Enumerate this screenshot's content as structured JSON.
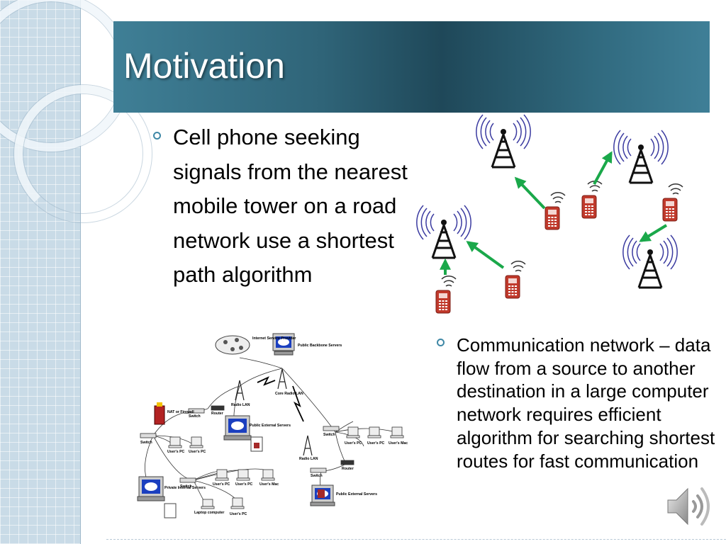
{
  "slide": {
    "title": "Motivation",
    "bullets": [
      "Cell phone seeking signals from the nearest mobile tower on a road network use a shortest path algorithm",
      "Communication network – data flow from a source to another destination in a large computer network requires efficient algorithm for searching shortest routes for fast communication"
    ]
  },
  "network_diagram": {
    "labels": {
      "isp": "Internet Service Provider",
      "public_backbone": "Public Backbone Servers",
      "nat_firewall": "NAT or Firewall",
      "switch_a": "Switch",
      "router_a": "Router",
      "radio_lan_a": "Radio LAN",
      "core_radio_lan": "Core Radio LAN",
      "public_external_a": "Public External Servers",
      "switch_left": "Switch",
      "users_pc_a": "User's PC",
      "users_pc_b": "User's PC",
      "switch_mid": "Switch",
      "users_pc_c": "User's PC",
      "users_pc_d": "User's PC",
      "users_mac_a": "User's Mac",
      "private_internal": "Private Internal Servers",
      "laptop": "Laptop computer",
      "users_pc_e": "User's PC",
      "switch_right": "Switch",
      "users_pc_f": "User's PC",
      "users_pc_g": "User's PC",
      "users_mac_b": "User's Mac",
      "radio_lan_b": "Radio LAN",
      "router_b": "Router",
      "switch_bottom": "Switch",
      "public_external_b": "Public External Servers"
    }
  },
  "colors": {
    "title_bar": "#2f6478",
    "bullet": "#3f88a6",
    "arrow": "#1aa84a",
    "phone": "#c0392b",
    "tower": "#111111",
    "signal": "#3a3aa0"
  },
  "icons": [
    "tower-icon",
    "cell-phone-icon",
    "speaker-icon"
  ]
}
